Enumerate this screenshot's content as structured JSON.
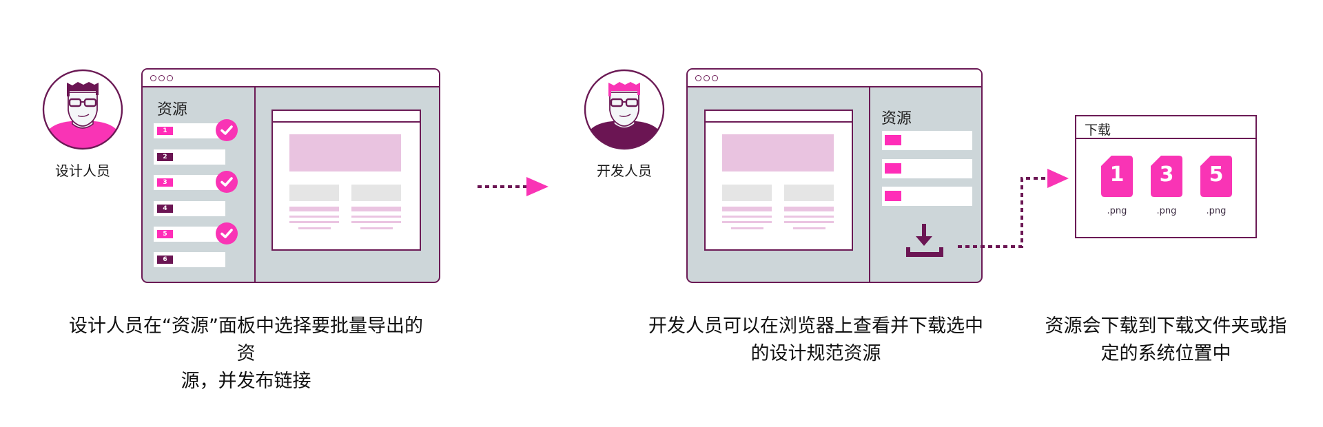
{
  "colors": {
    "border": "#6b1a55",
    "accent_pink": "#f934b5",
    "plum": "#6b1553",
    "panel_bg": "#cdd6d9",
    "hero_pink": "#e9c3e0",
    "mock_gray": "#e5e5e5"
  },
  "step1": {
    "role_label": "设计人员",
    "avatar_icon": "designer-avatar-icon",
    "window": {
      "panel_title": "资源",
      "assets": [
        {
          "label": "1",
          "selected": true
        },
        {
          "label": "2",
          "selected": false
        },
        {
          "label": "3",
          "selected": true
        },
        {
          "label": "4",
          "selected": false
        },
        {
          "label": "5",
          "selected": true
        },
        {
          "label": "6",
          "selected": false
        }
      ]
    },
    "caption_line1": "设计人员在“资源”面板中选择要批量导出的资",
    "caption_line2": "源，并发布链接"
  },
  "step2": {
    "role_label": "开发人员",
    "avatar_icon": "developer-avatar-icon",
    "window": {
      "panel_title": "资源",
      "assets_count": 3,
      "download_icon": "download-icon"
    },
    "caption_line1": "开发人员可以在浏览器上查看并下载选中",
    "caption_line2": "的设计规范资源"
  },
  "step3": {
    "folder_title": "下载",
    "files": [
      {
        "number": "1",
        "ext": ".png"
      },
      {
        "number": "3",
        "ext": ".png"
      },
      {
        "number": "5",
        "ext": ".png"
      }
    ],
    "caption_line1": "资源会下载到下载文件夹或指",
    "caption_line2": "定的系统位置中"
  }
}
